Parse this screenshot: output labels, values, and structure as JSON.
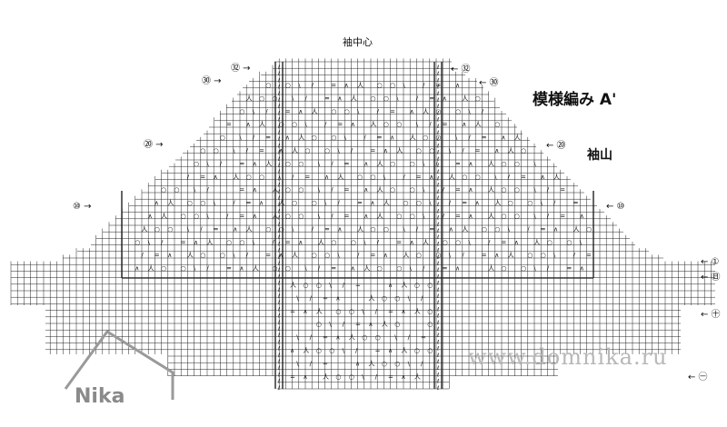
{
  "title": "模様編み A'",
  "subtitle": "袖山",
  "center_label": "袖中心",
  "watermark": "www.domnika.ru",
  "logo": "Nika",
  "row_markers": [
    {
      "id": "r32-left",
      "text": "㉜ →"
    },
    {
      "id": "r32-right",
      "text": "← ㉜"
    },
    {
      "id": "r30-left",
      "text": "㉚ →"
    },
    {
      "id": "r30-right",
      "text": "← ㉚"
    },
    {
      "id": "r20-left",
      "text": "⑳ →"
    },
    {
      "id": "r20-right",
      "text": "← ⑳"
    },
    {
      "id": "r10-left",
      "text": "⑩ →"
    },
    {
      "id": "r10-right",
      "text": "← ⑩"
    },
    {
      "id": "r1-right",
      "text": "← ①"
    },
    {
      "id": "r95-right",
      "text": "← ㊐"
    },
    {
      "id": "r90-right",
      "text": "← ㊉"
    },
    {
      "id": "r80-right",
      "text": "← ㊀"
    }
  ],
  "colors": {
    "grid": "#222222",
    "symbol": "#111111",
    "watermark": "#b8b8b8"
  }
}
